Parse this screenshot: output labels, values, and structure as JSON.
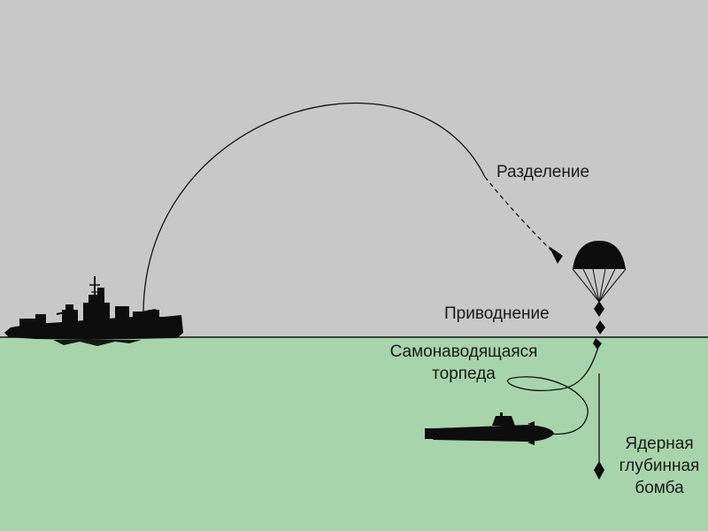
{
  "labels": {
    "separation": "Разделение",
    "splashdown": "Приводнение",
    "torpedo_line1": "Самонаводящаяся",
    "torpedo_line2": "торпеда",
    "bomb_line1": "Ядерная",
    "bomb_line2": "глубинная",
    "bomb_line3": "бомба"
  },
  "colors": {
    "sky": "#c8c8c8",
    "sea": "#a8d4ac",
    "silhouette": "#0d0d0d",
    "line": "#111111"
  }
}
